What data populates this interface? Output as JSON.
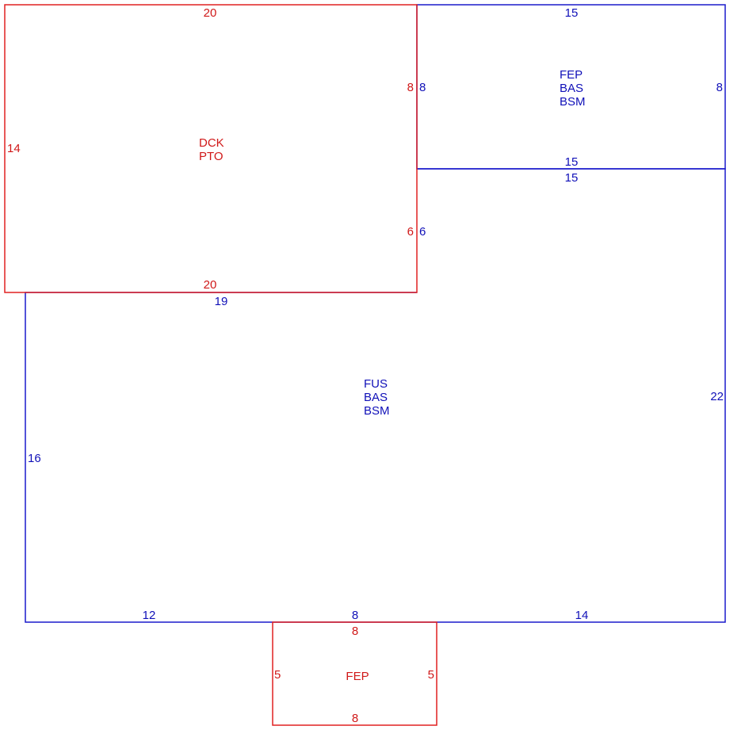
{
  "colors": {
    "red": "#e02020",
    "blue": "#1a1acc",
    "red_text": "#d01818",
    "blue_text": "#1010b8"
  },
  "areas": [
    {
      "id": "dck-pto",
      "color": "red",
      "labels": [
        "DCK",
        "PTO"
      ],
      "dimensions": {
        "top": "20",
        "bottom": "20",
        "left": "14",
        "right_upper": "8",
        "right_lower": "6"
      }
    },
    {
      "id": "fep-bas-bsm",
      "color": "blue",
      "labels": [
        "FEP",
        "BAS",
        "BSM"
      ],
      "dimensions": {
        "top": "15",
        "bottom": "15",
        "left": "8",
        "right": "8"
      }
    },
    {
      "id": "fus-bas-bsm",
      "color": "blue",
      "labels": [
        "FUS",
        "BAS",
        "BSM"
      ],
      "dimensions": {
        "top_right": "15",
        "left_upper": "6",
        "top_left": "19",
        "left": "16",
        "right": "22",
        "bottom_left": "12",
        "bottom_middle": "8",
        "bottom_right": "14"
      }
    },
    {
      "id": "fep",
      "color": "red",
      "labels": [
        "FEP"
      ],
      "dimensions": {
        "top": "8",
        "bottom": "8",
        "left": "5",
        "right": "5"
      }
    }
  ]
}
